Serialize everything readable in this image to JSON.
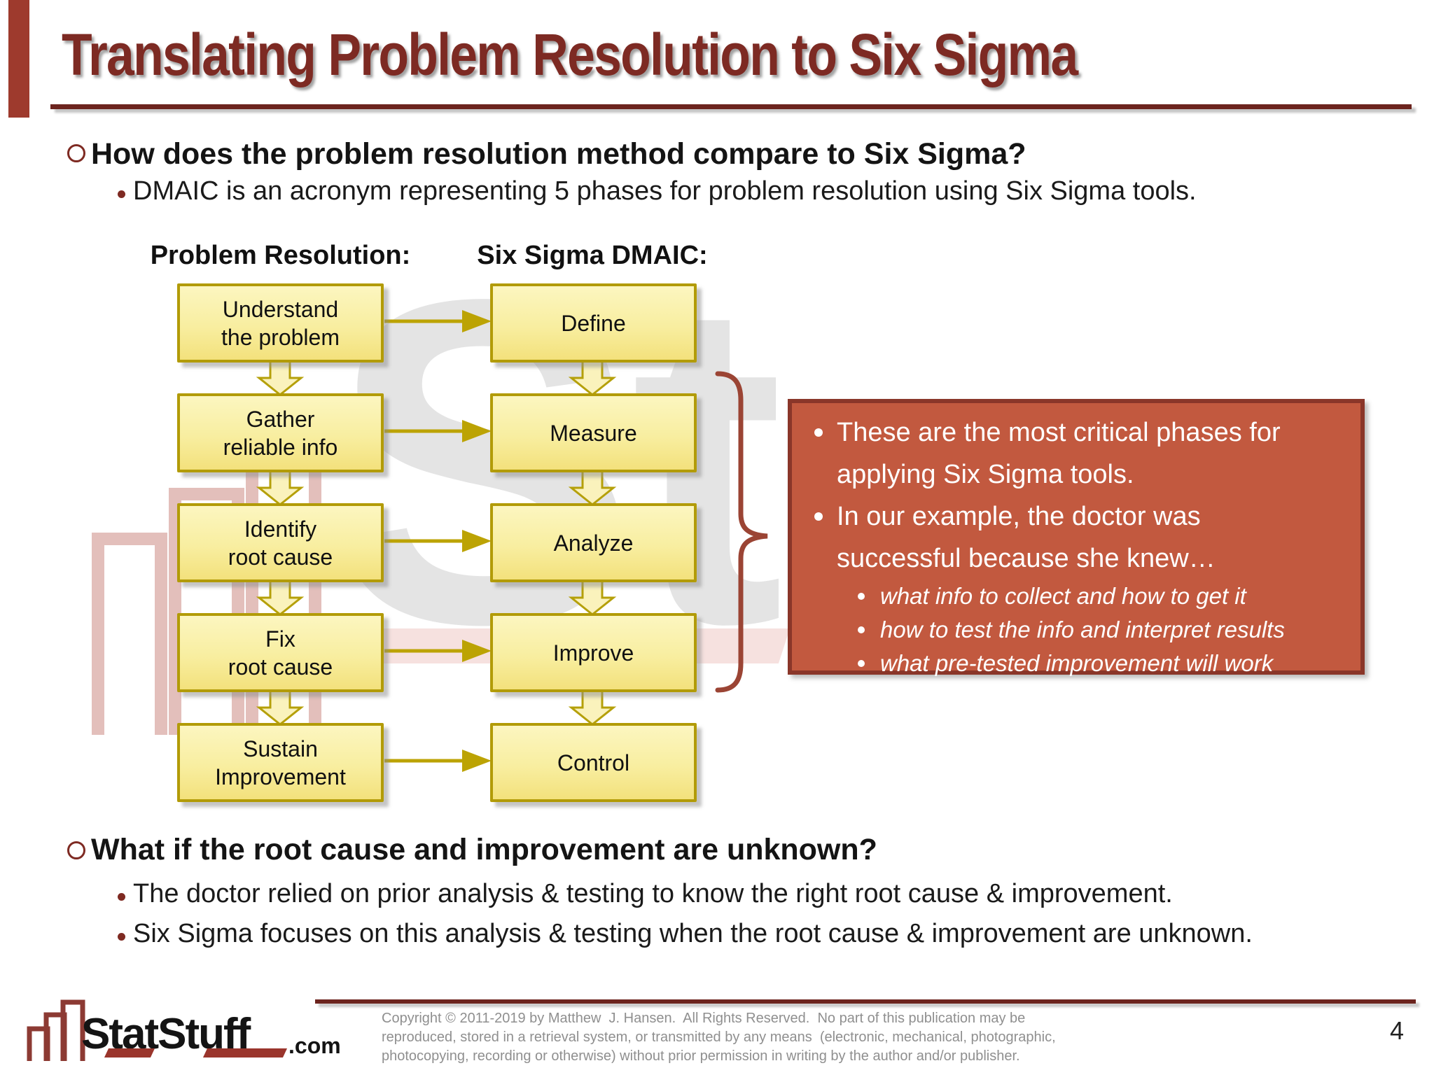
{
  "title": {
    "text": "Translating Problem Resolution to Six Sigma"
  },
  "section1": {
    "heading": "How does the problem resolution method compare to Six Sigma?",
    "bullet": "DMAIC is an acronym representing 5 phases for problem resolution using Six Sigma tools."
  },
  "flowchart": {
    "left_header": "Problem Resolution:",
    "right_header": "Six Sigma DMAIC:",
    "left": [
      {
        "lines": [
          "Understand",
          "the problem"
        ]
      },
      {
        "lines": [
          "Gather",
          "reliable info"
        ]
      },
      {
        "lines": [
          "Identify",
          "root cause"
        ]
      },
      {
        "lines": [
          "Fix",
          "root cause"
        ]
      },
      {
        "lines": [
          "Sustain",
          "Improvement"
        ]
      }
    ],
    "right": [
      {
        "label": "Define"
      },
      {
        "label": "Measure"
      },
      {
        "label": "Analyze"
      },
      {
        "label": "Improve"
      },
      {
        "label": "Control"
      }
    ]
  },
  "callout": {
    "items": [
      {
        "lines": [
          "These are the most critical phases for",
          "applying Six Sigma tools."
        ]
      },
      {
        "lines": [
          "In our example, the doctor was",
          "successful because she knew…"
        ]
      }
    ],
    "subs": [
      "what info to collect and how to get it",
      "how to test the info and interpret results",
      "what pre-tested improvement will work"
    ]
  },
  "section2": {
    "heading": "What if the root cause and improvement are unknown?",
    "bullets": [
      "The doctor relied on prior analysis & testing to know the right root cause & improvement.",
      "Six Sigma focuses on this analysis & testing when the root cause & improvement are unknown."
    ]
  },
  "watermark": {
    "text": "St"
  },
  "footer": {
    "logo_main": "StatStuff",
    "logo_suffix": ".com",
    "copyright_lines": [
      "Copyright © 2011-2019 by Matthew  J. Hansen.  All Rights Reserved.  No part of this publication may be",
      "reproduced, stored in a retrieval system, or transmitted by any means  (electronic, mechanical, photographic,",
      "photocopying, recording or otherwise) without prior permission in writing by the author and/or publisher."
    ],
    "page_number": "4"
  },
  "colors": {
    "title_maroon": "#7d2a23",
    "rule_maroon": "#6c241e",
    "box_border_olive": "#b29b08",
    "box_fill_yellow": "#f8eea0",
    "arrow_olive": "#bca303",
    "callout_fill": "#c2593f",
    "callout_border": "#8a3629",
    "brace_red": "#9b4434",
    "bullet_maroon": "#7e2a22",
    "copyright_gray": "#8f8f8f"
  }
}
